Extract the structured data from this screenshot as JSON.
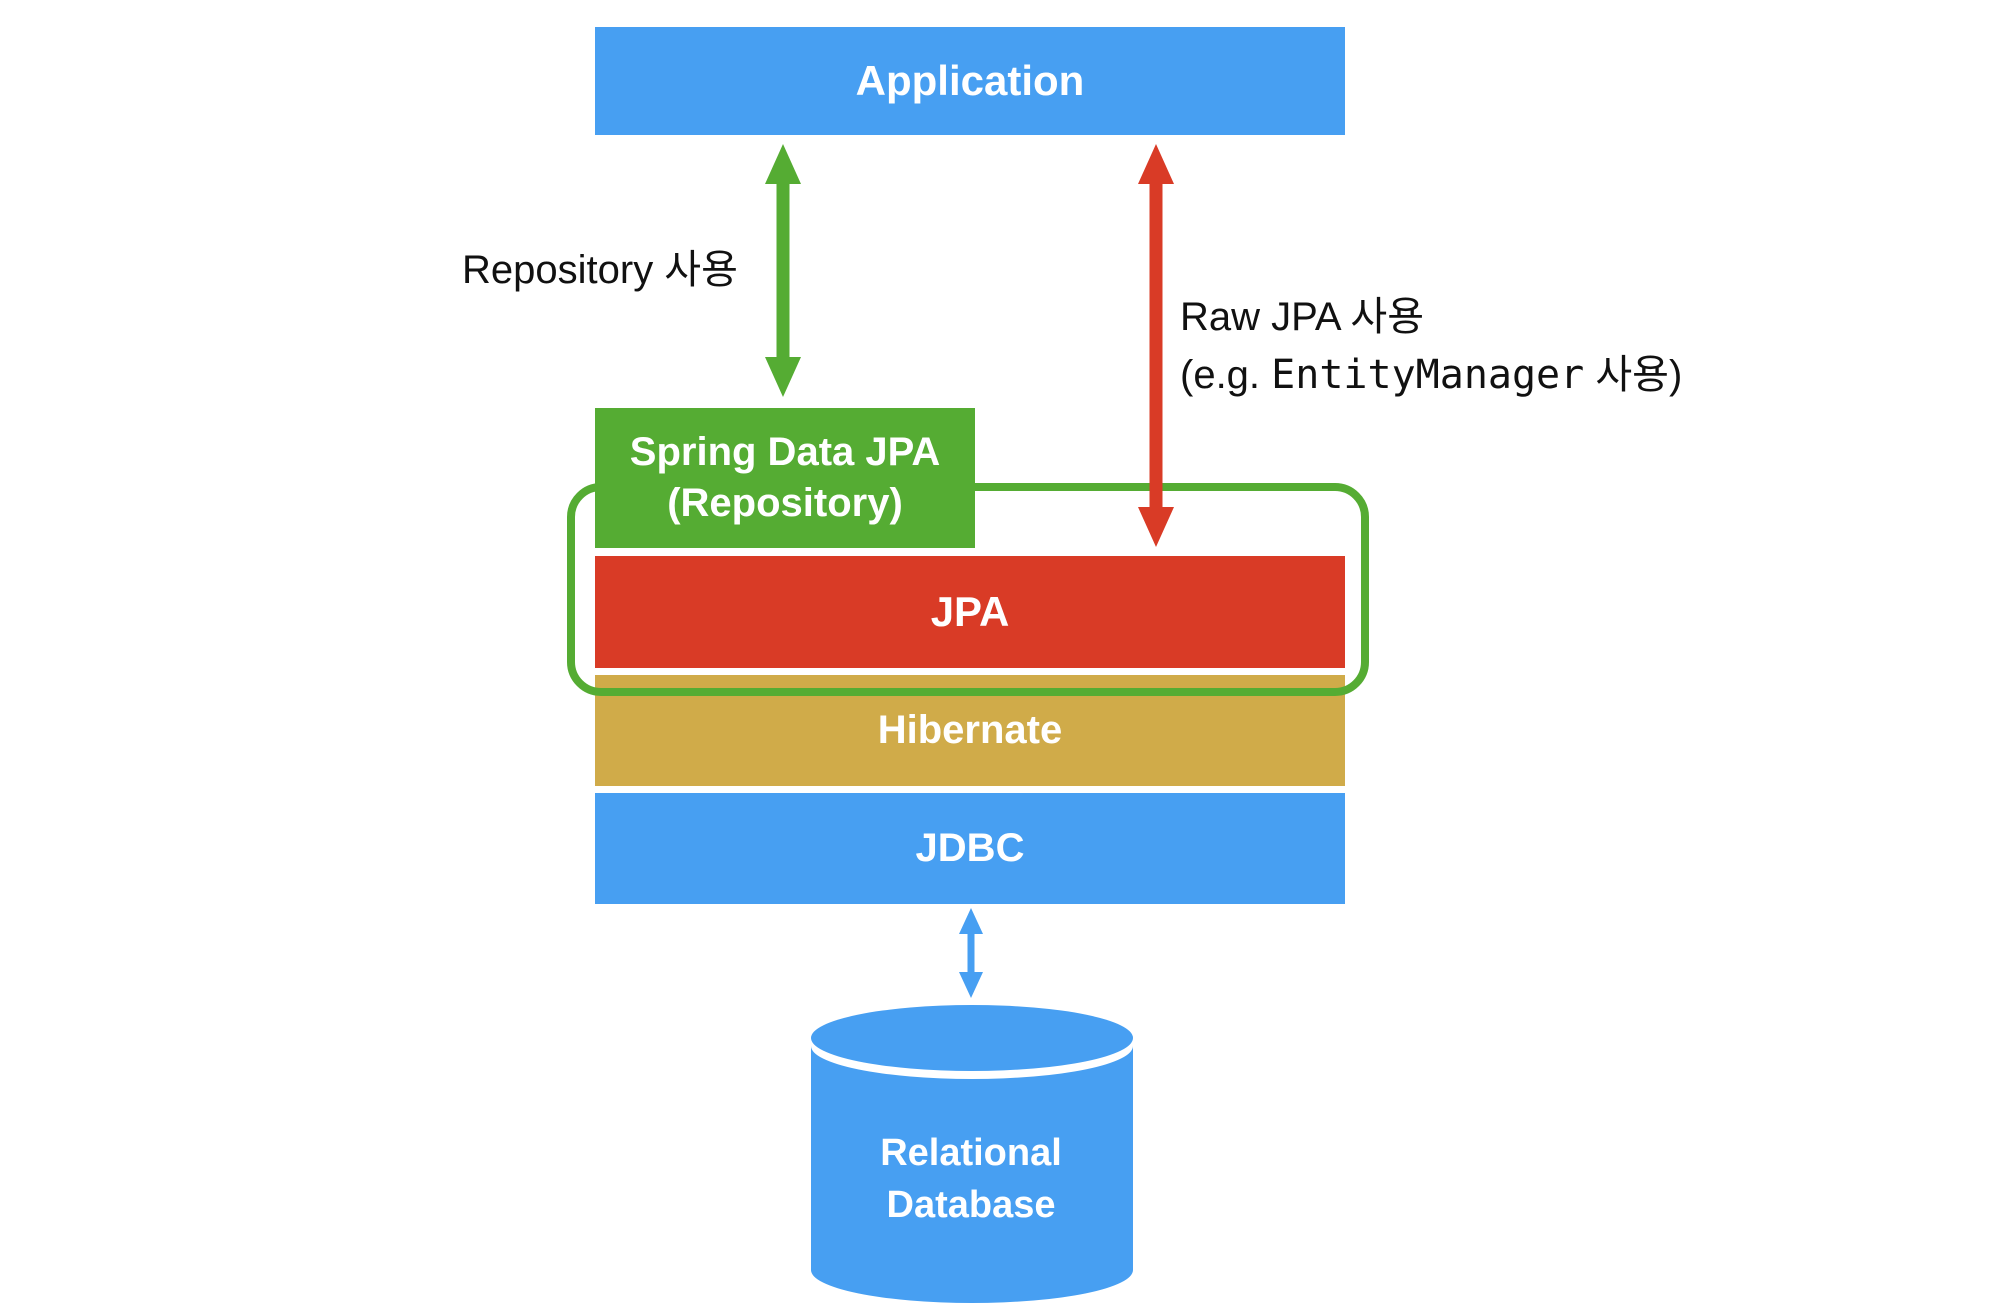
{
  "colors": {
    "blue": "#479FF2",
    "green": "#55AC33",
    "red": "#D93B26",
    "gold": "#D0AB49",
    "label": "#111111",
    "box_text": "#FFFFFF",
    "background": "#FFFFFF"
  },
  "layers": {
    "application": {
      "label": "Application"
    },
    "spring_data_jpa": {
      "label_line1": "Spring Data JPA",
      "label_line2": "(Repository)"
    },
    "jpa": {
      "label": "JPA"
    },
    "hibernate": {
      "label": "Hibernate"
    },
    "jdbc": {
      "label": "JDBC"
    },
    "database": {
      "label_line1": "Relational",
      "label_line2": "Database"
    }
  },
  "annotations": {
    "repository_usage": {
      "label": "Repository 사용"
    },
    "raw_jpa_usage": {
      "line1": "Raw JPA 사용",
      "line2_prefix": "(e.g. ",
      "line2_code": "EntityManager",
      "line2_suffix": " 사용)"
    }
  }
}
